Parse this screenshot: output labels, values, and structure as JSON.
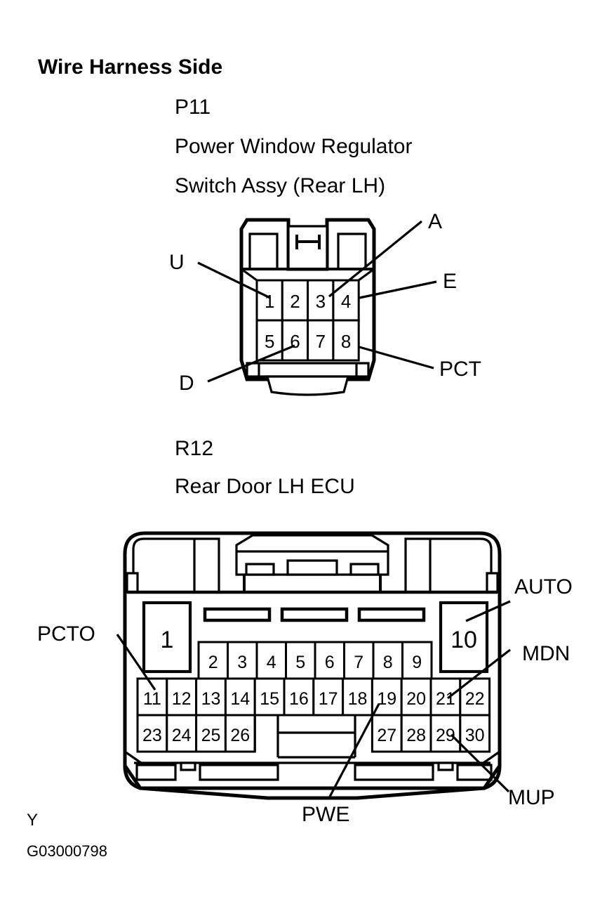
{
  "page": {
    "title": "Wire Harness Side",
    "footer_mark": "Y",
    "footer_code": "G03000798",
    "ink_color": "#000000",
    "background_color": "#ffffff"
  },
  "connectors": [
    {
      "id": "P11",
      "code": "P11",
      "name_line1": "Power Window Regulator",
      "name_line2": "Switch Assy (Rear LH)",
      "pin_count": 8,
      "rows": [
        [
          "1",
          "2",
          "3",
          "4"
        ],
        [
          "5",
          "6",
          "7",
          "8"
        ]
      ],
      "callouts": [
        {
          "label": "U",
          "pin": "1",
          "side": "left"
        },
        {
          "label": "A",
          "pin": "3",
          "side": "right"
        },
        {
          "label": "E",
          "pin": "4",
          "side": "right"
        },
        {
          "label": "D",
          "pin": "6",
          "side": "left"
        },
        {
          "label": "PCT",
          "pin": "8",
          "side": "right"
        }
      ]
    },
    {
      "id": "R12",
      "code": "R12",
      "name_line1": "Rear Door LH ECU",
      "name_line2": "",
      "pin_count": 30,
      "rows": [
        [
          "1",
          "2",
          "3",
          "4",
          "5",
          "6",
          "7",
          "8",
          "9",
          "10"
        ],
        [
          "11",
          "12",
          "13",
          "14",
          "15",
          "16",
          "17",
          "18",
          "19",
          "20",
          "21",
          "22"
        ],
        [
          "23",
          "24",
          "25",
          "26",
          "27",
          "28",
          "29",
          "30"
        ]
      ],
      "callouts": [
        {
          "label": "PCTO",
          "pin": "11",
          "side": "left"
        },
        {
          "label": "AUTO",
          "pin": "10",
          "side": "right"
        },
        {
          "label": "MDN",
          "pin": "21",
          "side": "right"
        },
        {
          "label": "PWE",
          "pin": "19",
          "side": "bottom"
        },
        {
          "label": "MUP",
          "pin": "29",
          "side": "bottom-right"
        }
      ]
    }
  ],
  "pins": {
    "p11_row1": [
      "1",
      "2",
      "3",
      "4"
    ],
    "p11_row2": [
      "5",
      "6",
      "7",
      "8"
    ],
    "r12_pin1": "1",
    "r12_pin10": "10",
    "r12_row_top": [
      "2",
      "3",
      "4",
      "5",
      "6",
      "7",
      "8",
      "9"
    ],
    "r12_row_mid": [
      "11",
      "12",
      "13",
      "14",
      "15",
      "16",
      "17",
      "18",
      "19",
      "20",
      "21",
      "22"
    ],
    "r12_row_bot_left": [
      "23",
      "24",
      "25",
      "26"
    ],
    "r12_row_bot_right": [
      "27",
      "28",
      "29",
      "30"
    ]
  },
  "labels": {
    "u": "U",
    "a": "A",
    "e": "E",
    "d": "D",
    "pct": "PCT",
    "pcto": "PCTO",
    "auto": "AUTO",
    "mdn": "MDN",
    "pwe": "PWE",
    "mup": "MUP"
  }
}
